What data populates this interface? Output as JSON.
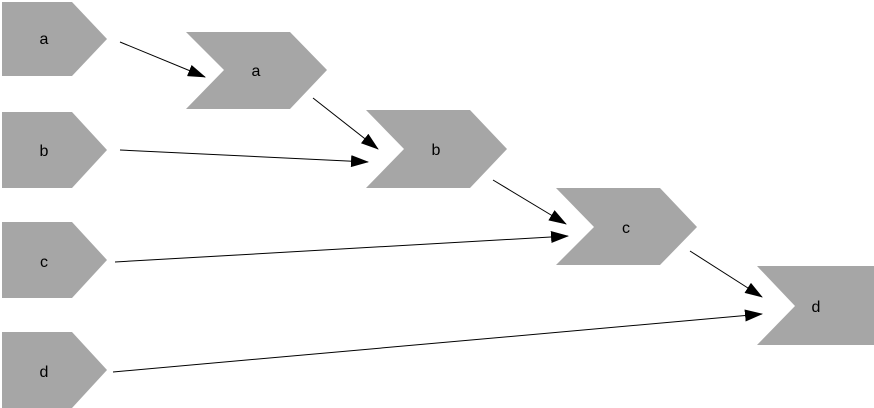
{
  "colors": {
    "node_fill": "#a6a6a6",
    "arrow": "#000000",
    "background": "#ffffff"
  },
  "inputs": [
    {
      "id": "in-a",
      "label": "a"
    },
    {
      "id": "in-b",
      "label": "b"
    },
    {
      "id": "in-c",
      "label": "c"
    },
    {
      "id": "in-d",
      "label": "d"
    }
  ],
  "chain": [
    {
      "id": "ch-a",
      "label": "a"
    },
    {
      "id": "ch-b",
      "label": "b"
    },
    {
      "id": "ch-c",
      "label": "c"
    },
    {
      "id": "ch-d",
      "label": "d"
    }
  ],
  "edges": [
    {
      "from": "in-a",
      "to": "ch-a"
    },
    {
      "from": "ch-a",
      "to": "ch-b"
    },
    {
      "from": "in-b",
      "to": "ch-b"
    },
    {
      "from": "ch-b",
      "to": "ch-c"
    },
    {
      "from": "in-c",
      "to": "ch-c"
    },
    {
      "from": "ch-c",
      "to": "ch-d"
    },
    {
      "from": "in-d",
      "to": "ch-d"
    }
  ]
}
